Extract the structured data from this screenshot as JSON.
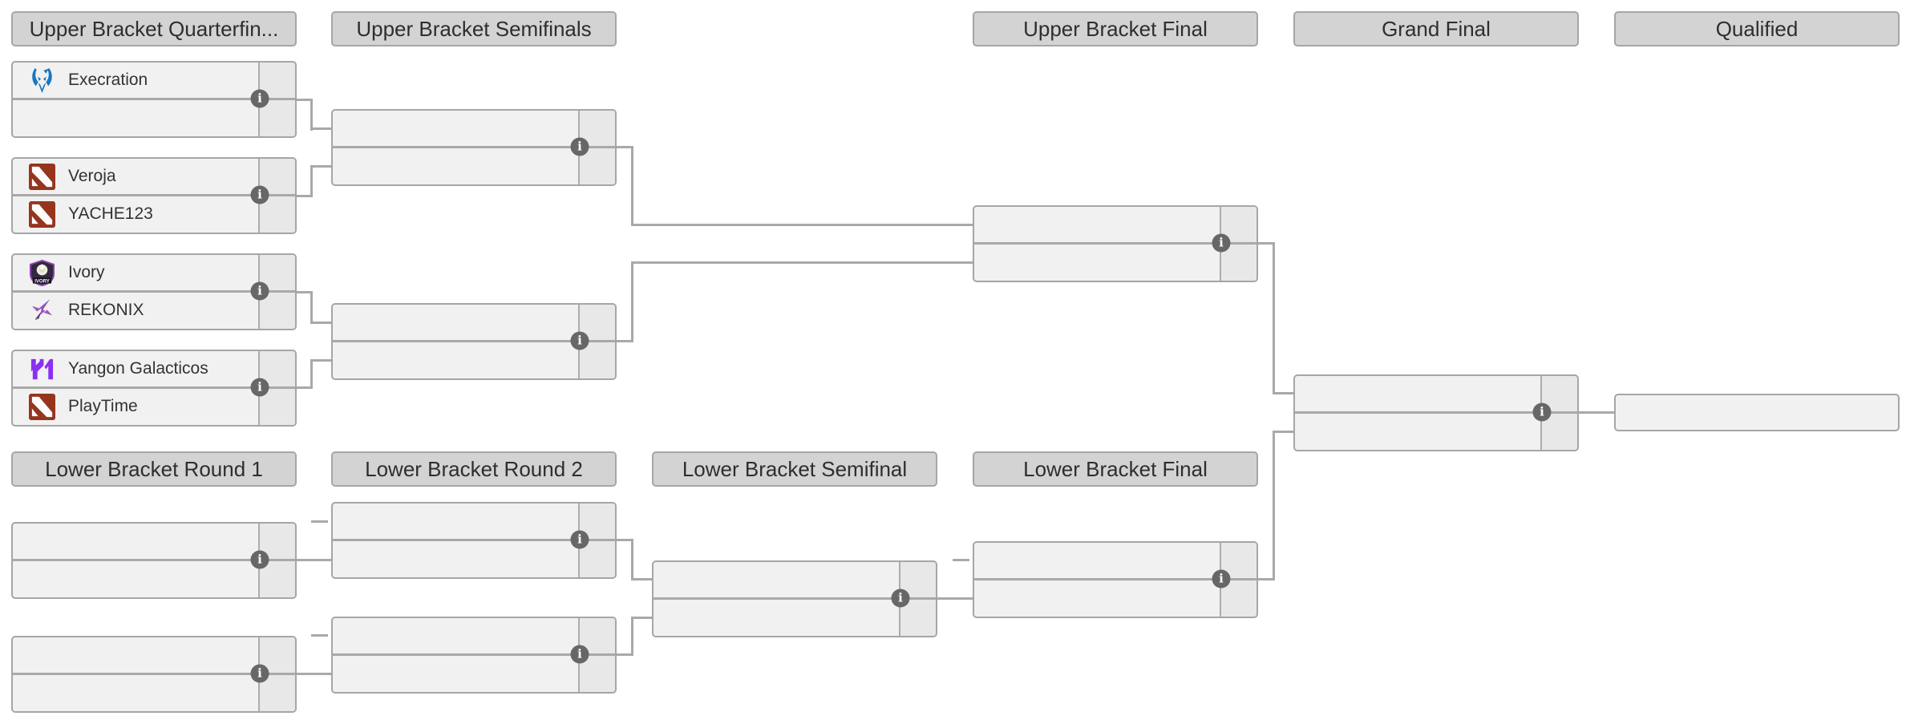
{
  "headers": {
    "upper": [
      "Upper Bracket Quarterfin...",
      "Upper Bracket Semifinals",
      "Upper Bracket Final",
      "Grand Final",
      "Qualified"
    ],
    "lower": [
      "Lower Bracket Round 1",
      "Lower Bracket Round 2",
      "Lower Bracket Semifinal",
      "Lower Bracket Final"
    ]
  },
  "info_icon_glyph": "i",
  "matches": {
    "ubqf1": {
      "teams": [
        {
          "name": "Execration",
          "icon": "execration-logo"
        },
        {
          "name": "",
          "icon": ""
        }
      ]
    },
    "ubqf2": {
      "teams": [
        {
          "name": "Veroja",
          "icon": "dota2-logo"
        },
        {
          "name": "YACHE123",
          "icon": "dota2-logo"
        }
      ]
    },
    "ubqf3": {
      "teams": [
        {
          "name": "Ivory",
          "icon": "ivory-logo"
        },
        {
          "name": "REKONIX",
          "icon": "rekonix-logo"
        }
      ]
    },
    "ubqf4": {
      "teams": [
        {
          "name": "Yangon Galacticos",
          "icon": "yangon-galacticos-logo"
        },
        {
          "name": "PlayTime",
          "icon": "dota2-logo"
        }
      ]
    },
    "ubsf1": {
      "teams": [
        {
          "name": "",
          "icon": ""
        },
        {
          "name": "",
          "icon": ""
        }
      ]
    },
    "ubsf2": {
      "teams": [
        {
          "name": "",
          "icon": ""
        },
        {
          "name": "",
          "icon": ""
        }
      ]
    },
    "ubf": {
      "teams": [
        {
          "name": "",
          "icon": ""
        },
        {
          "name": "",
          "icon": ""
        }
      ]
    },
    "gf": {
      "teams": [
        {
          "name": "",
          "icon": ""
        },
        {
          "name": "",
          "icon": ""
        }
      ]
    },
    "qualified": {
      "teams": [
        {
          "name": "",
          "icon": ""
        }
      ]
    },
    "lbr1m1": {
      "teams": [
        {
          "name": "",
          "icon": ""
        },
        {
          "name": "",
          "icon": ""
        }
      ]
    },
    "lbr1m2": {
      "teams": [
        {
          "name": "",
          "icon": ""
        },
        {
          "name": "",
          "icon": ""
        }
      ]
    },
    "lbr2m1": {
      "teams": [
        {
          "name": "",
          "icon": ""
        },
        {
          "name": "",
          "icon": ""
        }
      ]
    },
    "lbr2m2": {
      "teams": [
        {
          "name": "",
          "icon": ""
        },
        {
          "name": "",
          "icon": ""
        }
      ]
    },
    "lbsf": {
      "teams": [
        {
          "name": "",
          "icon": ""
        },
        {
          "name": "",
          "icon": ""
        }
      ]
    },
    "lbf": {
      "teams": [
        {
          "name": "",
          "icon": ""
        },
        {
          "name": "",
          "icon": ""
        }
      ]
    }
  },
  "colors": {
    "connector": "#a9a9a9",
    "header_bg": "#d3d3d3",
    "match_bg": "#f1f1f1",
    "score_bg": "#e8e8e8",
    "border": "#a6a6a6",
    "info_icon_bg": "#676767",
    "execration_blue": "#1877c0",
    "dota_red": "#96351e",
    "yangon_purple": "#8c2ff5"
  }
}
